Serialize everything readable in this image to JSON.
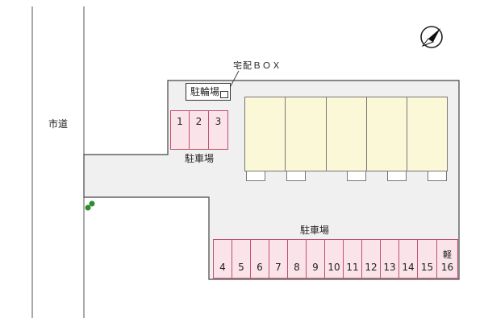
{
  "labels": {
    "city_road": "市道",
    "delivery_box": "宅配ＢＯＸ",
    "bicycle_parking": "駐輪場",
    "parking_upper": "駐車場",
    "parking_lower": "駐車場"
  },
  "compass": {
    "symbol": "N"
  },
  "parking_upper_slots": [
    "1",
    "2",
    "3"
  ],
  "parking_lower_slots": [
    "4",
    "5",
    "6",
    "7",
    "8",
    "9",
    "10",
    "11",
    "12",
    "13",
    "14",
    "15"
  ],
  "kei_slot": {
    "top": "軽",
    "number": "16"
  },
  "colors": {
    "parking_fill": "#fbe3ea",
    "parking_border": "#c05070",
    "building_fill": "#fbf8d8",
    "ground_fill": "#f0f0f0",
    "tree": "#2e8b2e"
  }
}
